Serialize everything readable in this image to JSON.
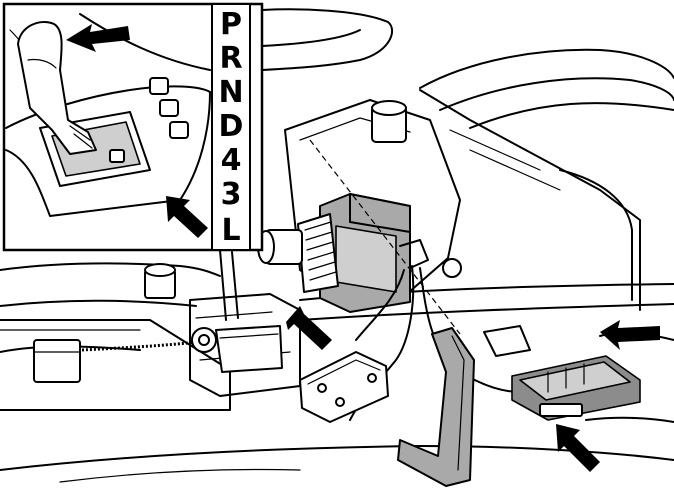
{
  "gear_positions": [
    "P",
    "R",
    "N",
    "D",
    "4",
    "3",
    "L"
  ],
  "colors": {
    "line": "#000000",
    "background": "#ffffff",
    "component_fill": "#a9a9a9",
    "light_fill": "#cfcfcf"
  },
  "icons": [
    "pointer-arrow-icon"
  ]
}
